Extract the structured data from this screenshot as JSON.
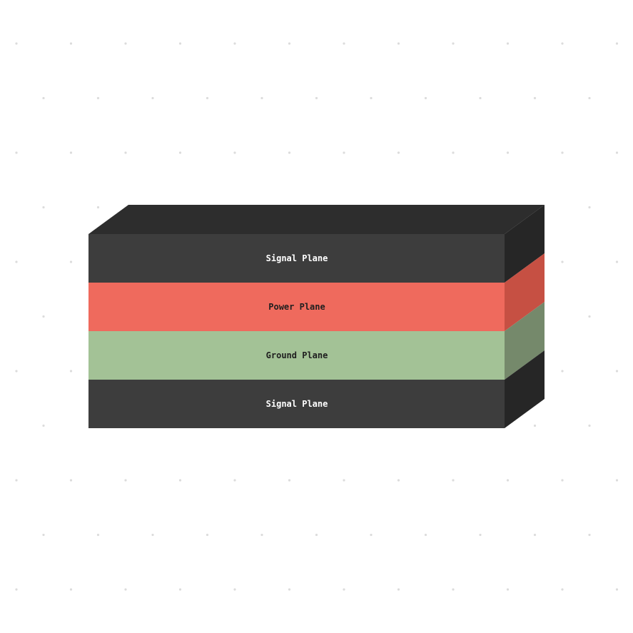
{
  "diagram": {
    "layers": [
      {
        "label": "Signal Plane",
        "front_color": "#3d3d3d",
        "side_color": "#262626",
        "text_color": "#ffffff"
      },
      {
        "label": "Power Plane",
        "front_color": "#ef6a5d",
        "side_color": "#c65043",
        "text_color": "#1f1f1f"
      },
      {
        "label": "Ground Plane",
        "front_color": "#a3c296",
        "side_color": "#75896b",
        "text_color": "#1f1f1f"
      },
      {
        "label": "Signal Plane",
        "front_color": "#3d3d3d",
        "side_color": "#262626",
        "text_color": "#ffffff"
      }
    ],
    "top_face_color": "#2d2d2d",
    "background_dot_color": "#dcdcdc"
  }
}
